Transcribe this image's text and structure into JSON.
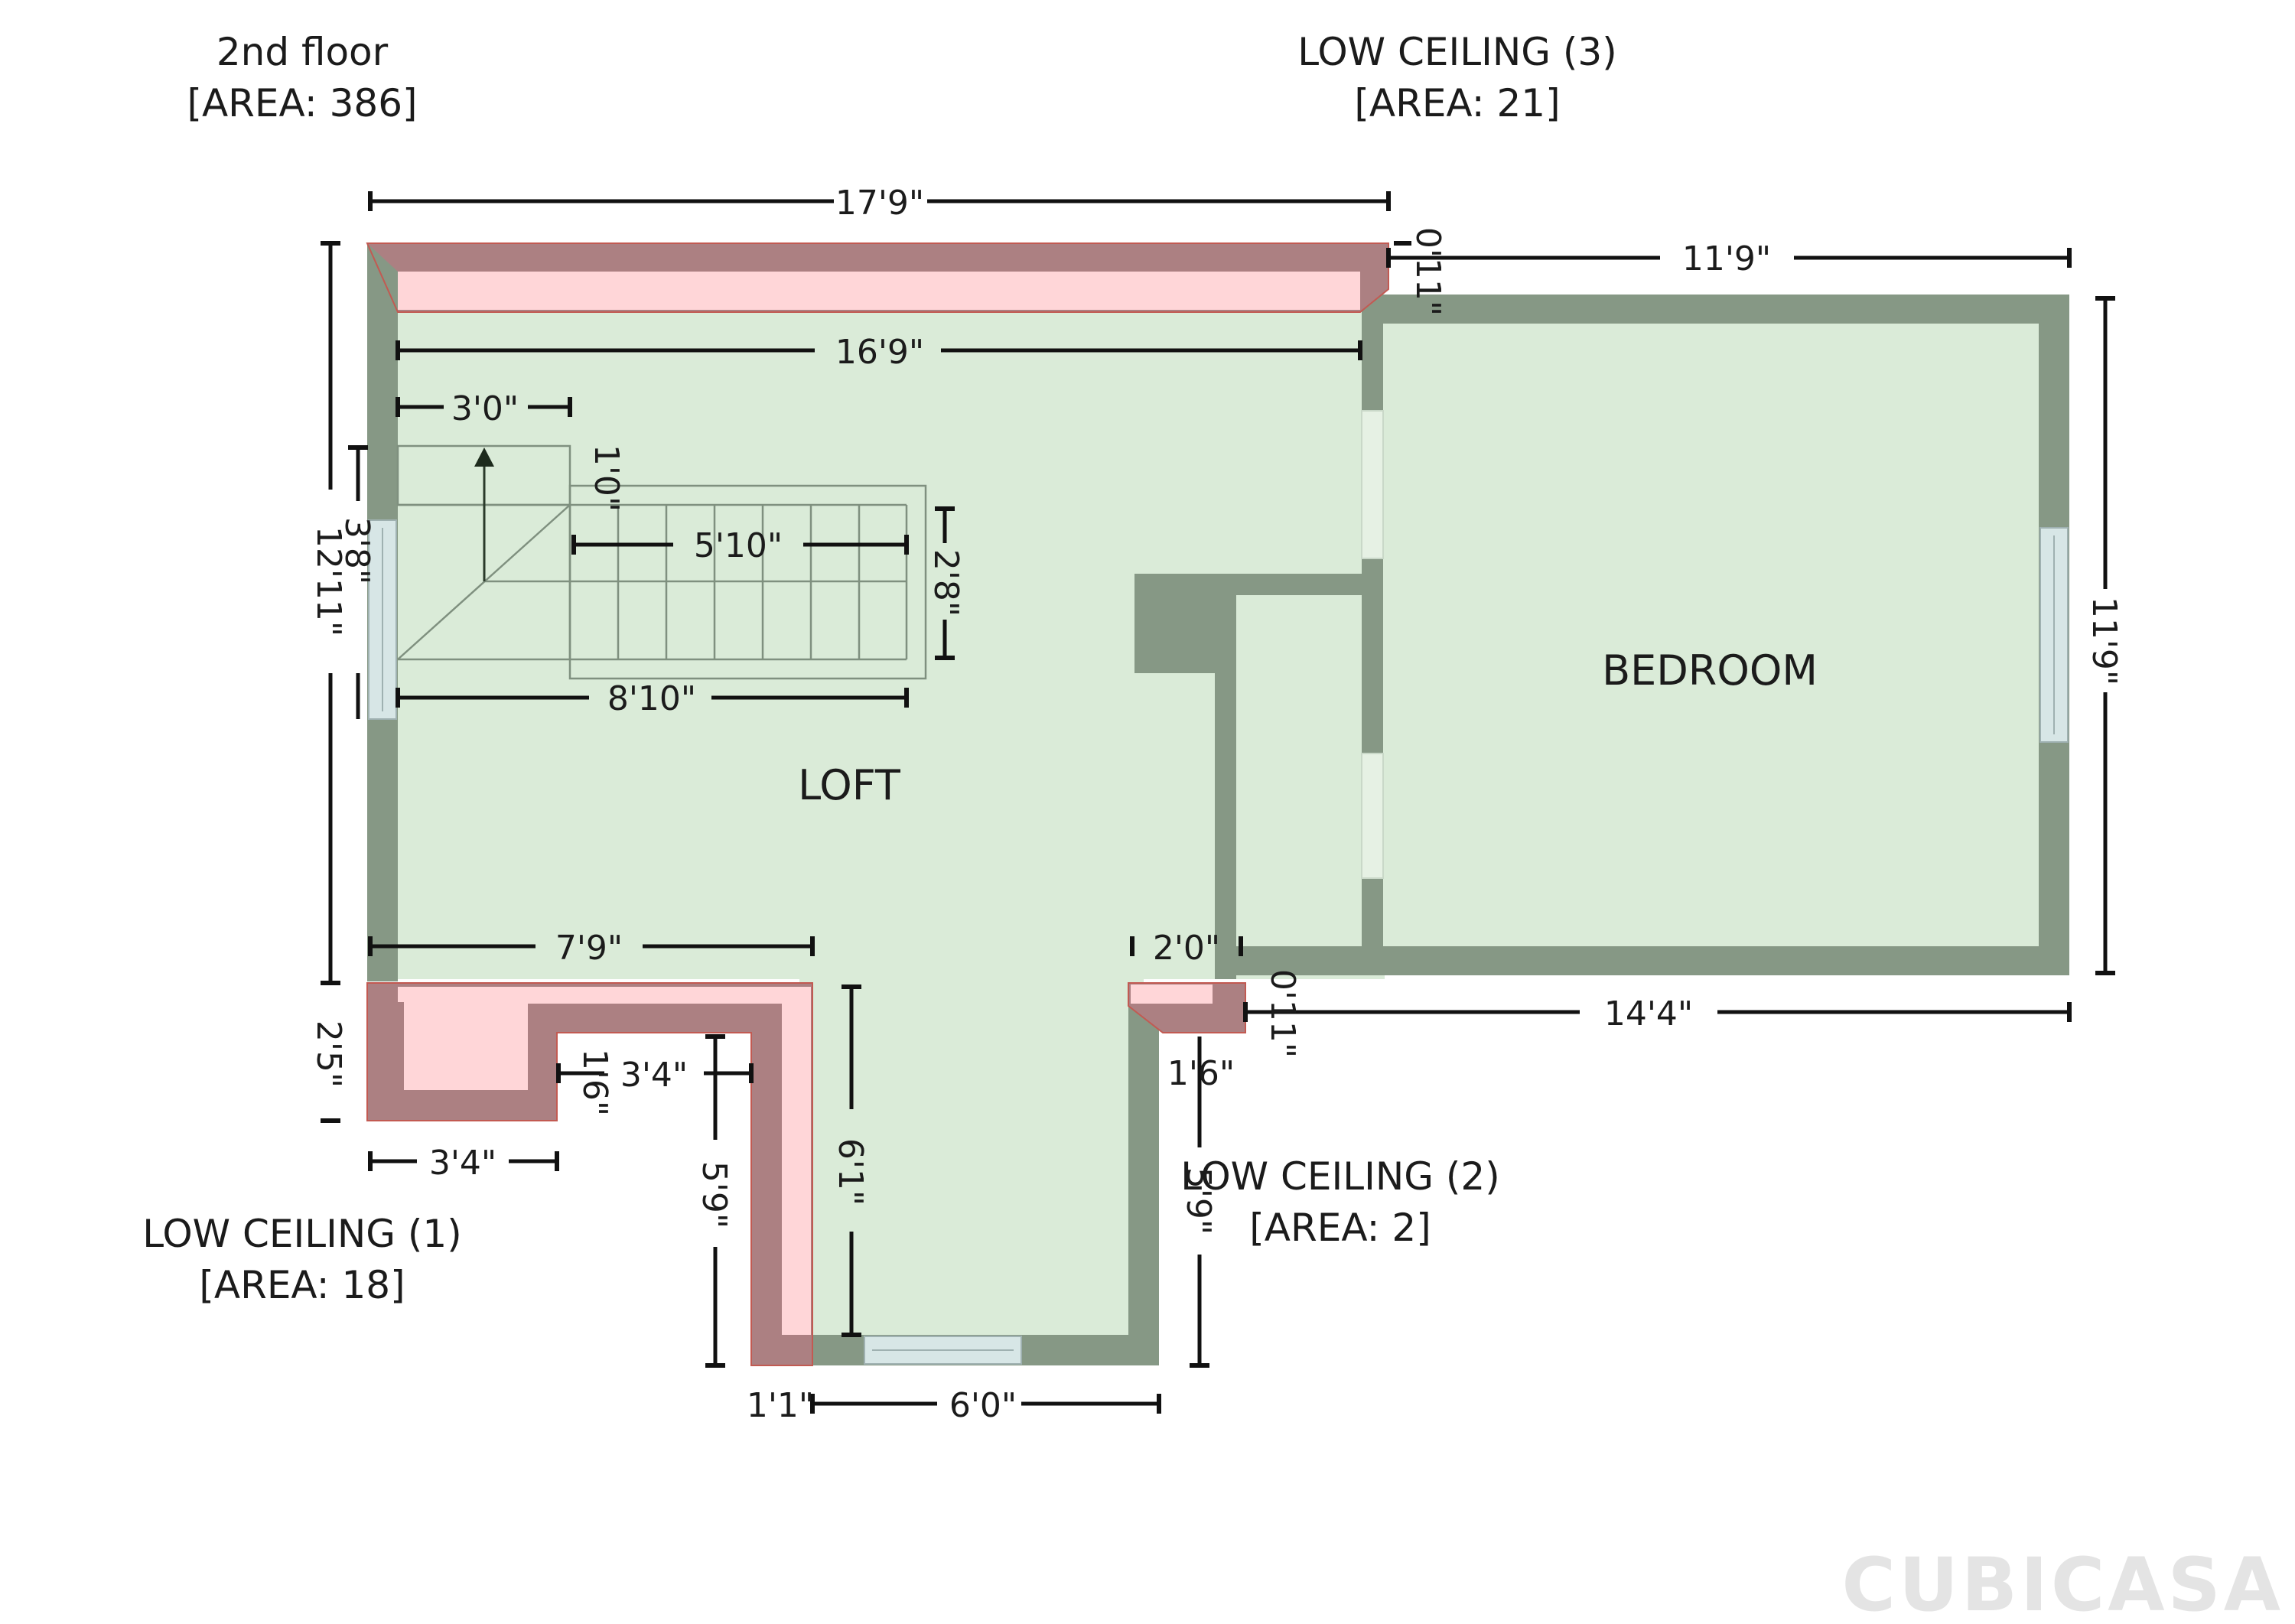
{
  "plan": {
    "floor_title": "2nd floor",
    "floor_area": "[AREA: 386]"
  },
  "rooms": {
    "loft": "LOFT",
    "bedroom": "BEDROOM"
  },
  "low_ceiling_1": {
    "name": "LOW CEILING (1)",
    "area": "[AREA: 18]"
  },
  "low_ceiling_2": {
    "name": "LOW CEILING (2)",
    "area": "[AREA: 2]"
  },
  "low_ceiling_3": {
    "name": "LOW CEILING (3)",
    "area": "[AREA: 21]"
  },
  "dimensions": {
    "top_width": "17'9\"",
    "top_gap": "0'11\"",
    "bedroom_top": "11'9\"",
    "loft_inner_width": "16'9\"",
    "stair_top": "3'0\"",
    "stair_landing": "1'0\"",
    "stair_run": "5'10\"",
    "stair_width": "2'8\"",
    "stair_total": "8'10\"",
    "window_left": "3'8\"",
    "left_height": "12'11\"",
    "bedroom_right": "11'9\"",
    "left_lower": "7'9\"",
    "closet_gap": "2'0\"",
    "side_gap": "0'11\"",
    "bedroom_bottom": "14'4\"",
    "lc1_height": "2'5\"",
    "lc1_inner_height": "1'6\"",
    "lc1_inner_width": "3'4\"",
    "lc1_width": "3'4\"",
    "lc1_depth": "5'9\"",
    "hall_height": "6'1\"",
    "lc2_width": "1'6\"",
    "lc2_depth": "5'9\"",
    "bottom_left": "1'1\"",
    "bottom_width": "6'0\""
  },
  "brand": "CUBICASA"
}
